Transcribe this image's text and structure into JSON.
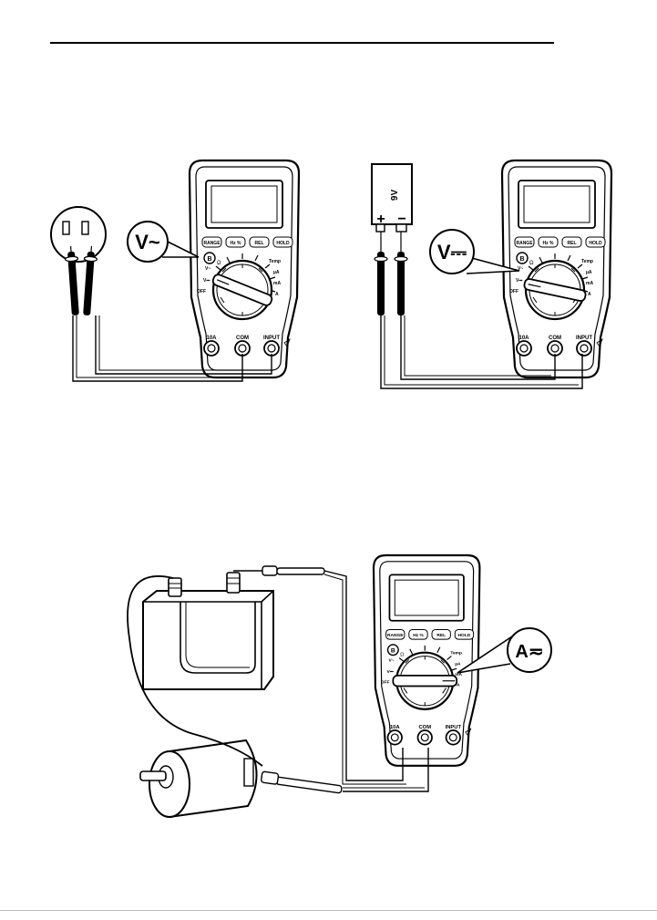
{
  "header": {
    "rule": true
  },
  "meter": {
    "buttons": [
      "RANGE",
      "Hz %",
      "REL",
      "HOLD"
    ],
    "b_button": "B",
    "jacks": {
      "amp": "10A",
      "com": "COM",
      "input": "INPUT"
    },
    "dial": {
      "off": "OFF",
      "v_ac": "V~",
      "v_dc": "V⎓",
      "ohm": "Ω",
      "temp": "Temp",
      "ua": "µA",
      "ma": "mA",
      "a": "A"
    }
  },
  "diagrams": {
    "ac_voltage": {
      "callout": "V~"
    },
    "dc_voltage": {
      "callout": "V⎓",
      "battery": {
        "label": "9V",
        "plus": "+",
        "minus": "−"
      }
    },
    "current": {
      "callout": "A≂"
    }
  }
}
